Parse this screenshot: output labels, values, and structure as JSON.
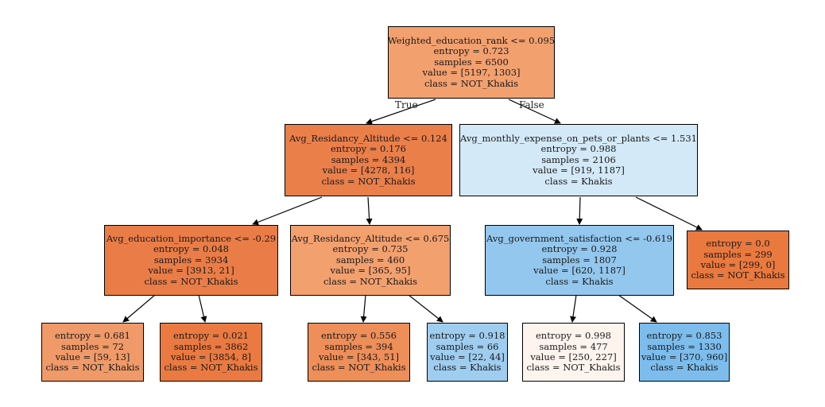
{
  "tree": {
    "edge_labels": {
      "true_label": "True",
      "false_label": "False"
    },
    "colors": {
      "not_khakis_dark": "#ea7f4a",
      "not_khakis_mid": "#f09a69",
      "not_khakis_light": "#f3a06f",
      "khakis_light": "#d3e9f7",
      "khakis_mid": "#94c7ee",
      "khakis_strong": "#7cbdee",
      "neutral": "#fdf4ee"
    },
    "nodes": {
      "root": {
        "split": "Weighted_education_rank <= 0.095",
        "entropy": "entropy = 0.723",
        "samples": "samples = 6500",
        "value": "value = [5197, 1303]",
        "class": "class = NOT_Khakis"
      },
      "n1": {
        "split": "Avg_Residancy_Altitude <= 0.124",
        "entropy": "entropy = 0.176",
        "samples": "samples = 4394",
        "value": "value = [4278, 116]",
        "class": "class = NOT_Khakis"
      },
      "n2": {
        "split": "Avg_monthly_expense_on_pets_or_plants <= 1.531",
        "entropy": "entropy = 0.988",
        "samples": "samples = 2106",
        "value": "value = [919, 1187]",
        "class": "class = Khakis"
      },
      "n3": {
        "split": "Avg_education_importance <= -0.29",
        "entropy": "entropy = 0.048",
        "samples": "samples = 3934",
        "value": "value = [3913, 21]",
        "class": "class = NOT_Khakis"
      },
      "n4": {
        "split": "Avg_Residancy_Altitude <= 0.675",
        "entropy": "entropy = 0.735",
        "samples": "samples = 460",
        "value": "value = [365, 95]",
        "class": "class = NOT_Khakis"
      },
      "n5": {
        "split": "Avg_government_satisfaction <= -0.619",
        "entropy": "entropy = 0.928",
        "samples": "samples = 1807",
        "value": "value = [620, 1187]",
        "class": "class = Khakis"
      },
      "n6": {
        "entropy": "entropy = 0.0",
        "samples": "samples = 299",
        "value": "value = [299, 0]",
        "class": "class = NOT_Khakis"
      },
      "n7": {
        "entropy": "entropy = 0.681",
        "samples": "samples = 72",
        "value": "value = [59, 13]",
        "class": "class = NOT_Khakis"
      },
      "n8": {
        "entropy": "entropy = 0.021",
        "samples": "samples = 3862",
        "value": "value = [3854, 8]",
        "class": "class = NOT_Khakis"
      },
      "n9": {
        "entropy": "entropy = 0.556",
        "samples": "samples = 394",
        "value": "value = [343, 51]",
        "class": "class = NOT_Khakis"
      },
      "n10": {
        "entropy": "entropy = 0.918",
        "samples": "samples = 66",
        "value": "value = [22, 44]",
        "class": "class = Khakis"
      },
      "n11": {
        "entropy": "entropy = 0.998",
        "samples": "samples = 477",
        "value": "value = [250, 227]",
        "class": "class = NOT_Khakis"
      },
      "n12": {
        "entropy": "entropy = 0.853",
        "samples": "samples = 1330",
        "value": "value = [370, 960]",
        "class": "class = Khakis"
      }
    }
  }
}
